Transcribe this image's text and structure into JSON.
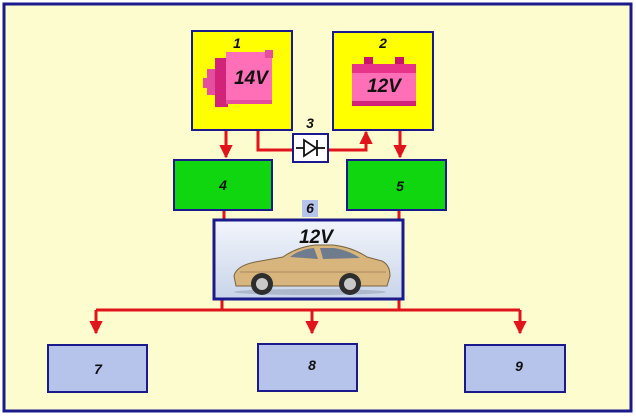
{
  "diagram": {
    "colors": {
      "background": "#fdfccf",
      "frame": "#1a1a8c",
      "wire": "#e0141a",
      "source_box": "#ffff00",
      "controller_box": "#0fd60f",
      "consumer_box": "#b6c3ea",
      "vehicle_box": "#dfe6f3",
      "component": "#ff5fb0",
      "car_body": "#d7b57d"
    },
    "generator": {
      "number": "1",
      "voltage": "14V",
      "icon": "generator-icon"
    },
    "battery": {
      "number": "2",
      "voltage": "12V",
      "icon": "battery-icon"
    },
    "diode": {
      "number": "3",
      "icon": "diode-icon"
    },
    "controller_left": {
      "number": "4"
    },
    "controller_right": {
      "number": "5"
    },
    "vehicle": {
      "number": "6",
      "voltage": "12V",
      "icon": "car-icon"
    },
    "consumers": [
      {
        "number": "7"
      },
      {
        "number": "8"
      },
      {
        "number": "9"
      }
    ]
  }
}
